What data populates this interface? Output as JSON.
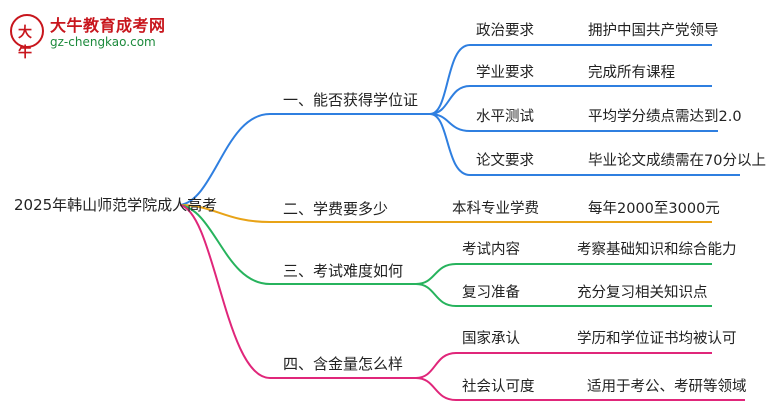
{
  "logo": {
    "name": "大牛教育成考网",
    "url": "gz-chengkao.com",
    "mark": "大牛"
  },
  "root": "2025年韩山师范学院成人高考",
  "colors": {
    "blue": "#2f7fe0",
    "orange": "#e8a317",
    "green": "#27b35d",
    "pink": "#e0267a"
  },
  "branches": [
    {
      "label": "一、能否获得学位证",
      "color": "#2f7fe0",
      "children": [
        {
          "label": "政治要求",
          "value": "拥护中国共产党领导"
        },
        {
          "label": "学业要求",
          "value": "完成所有课程"
        },
        {
          "label": "水平测试",
          "value": "平均学分绩点需达到2.0"
        },
        {
          "label": "论文要求",
          "value": "毕业论文成绩需在70分以上"
        }
      ]
    },
    {
      "label": "二、学费要多少",
      "color": "#e8a317",
      "children": [
        {
          "label": "本科专业学费",
          "value": "每年2000至3000元"
        }
      ]
    },
    {
      "label": "三、考试难度如何",
      "color": "#27b35d",
      "children": [
        {
          "label": "考试内容",
          "value": "考察基础知识和综合能力"
        },
        {
          "label": "复习准备",
          "value": "充分复习相关知识点"
        }
      ]
    },
    {
      "label": "四、含金量怎么样",
      "color": "#e0267a",
      "children": [
        {
          "label": "国家承认",
          "value": "学历和学位证书均被认可"
        },
        {
          "label": "社会认可度",
          "value": "适用于考公、考研等领域"
        }
      ]
    }
  ]
}
